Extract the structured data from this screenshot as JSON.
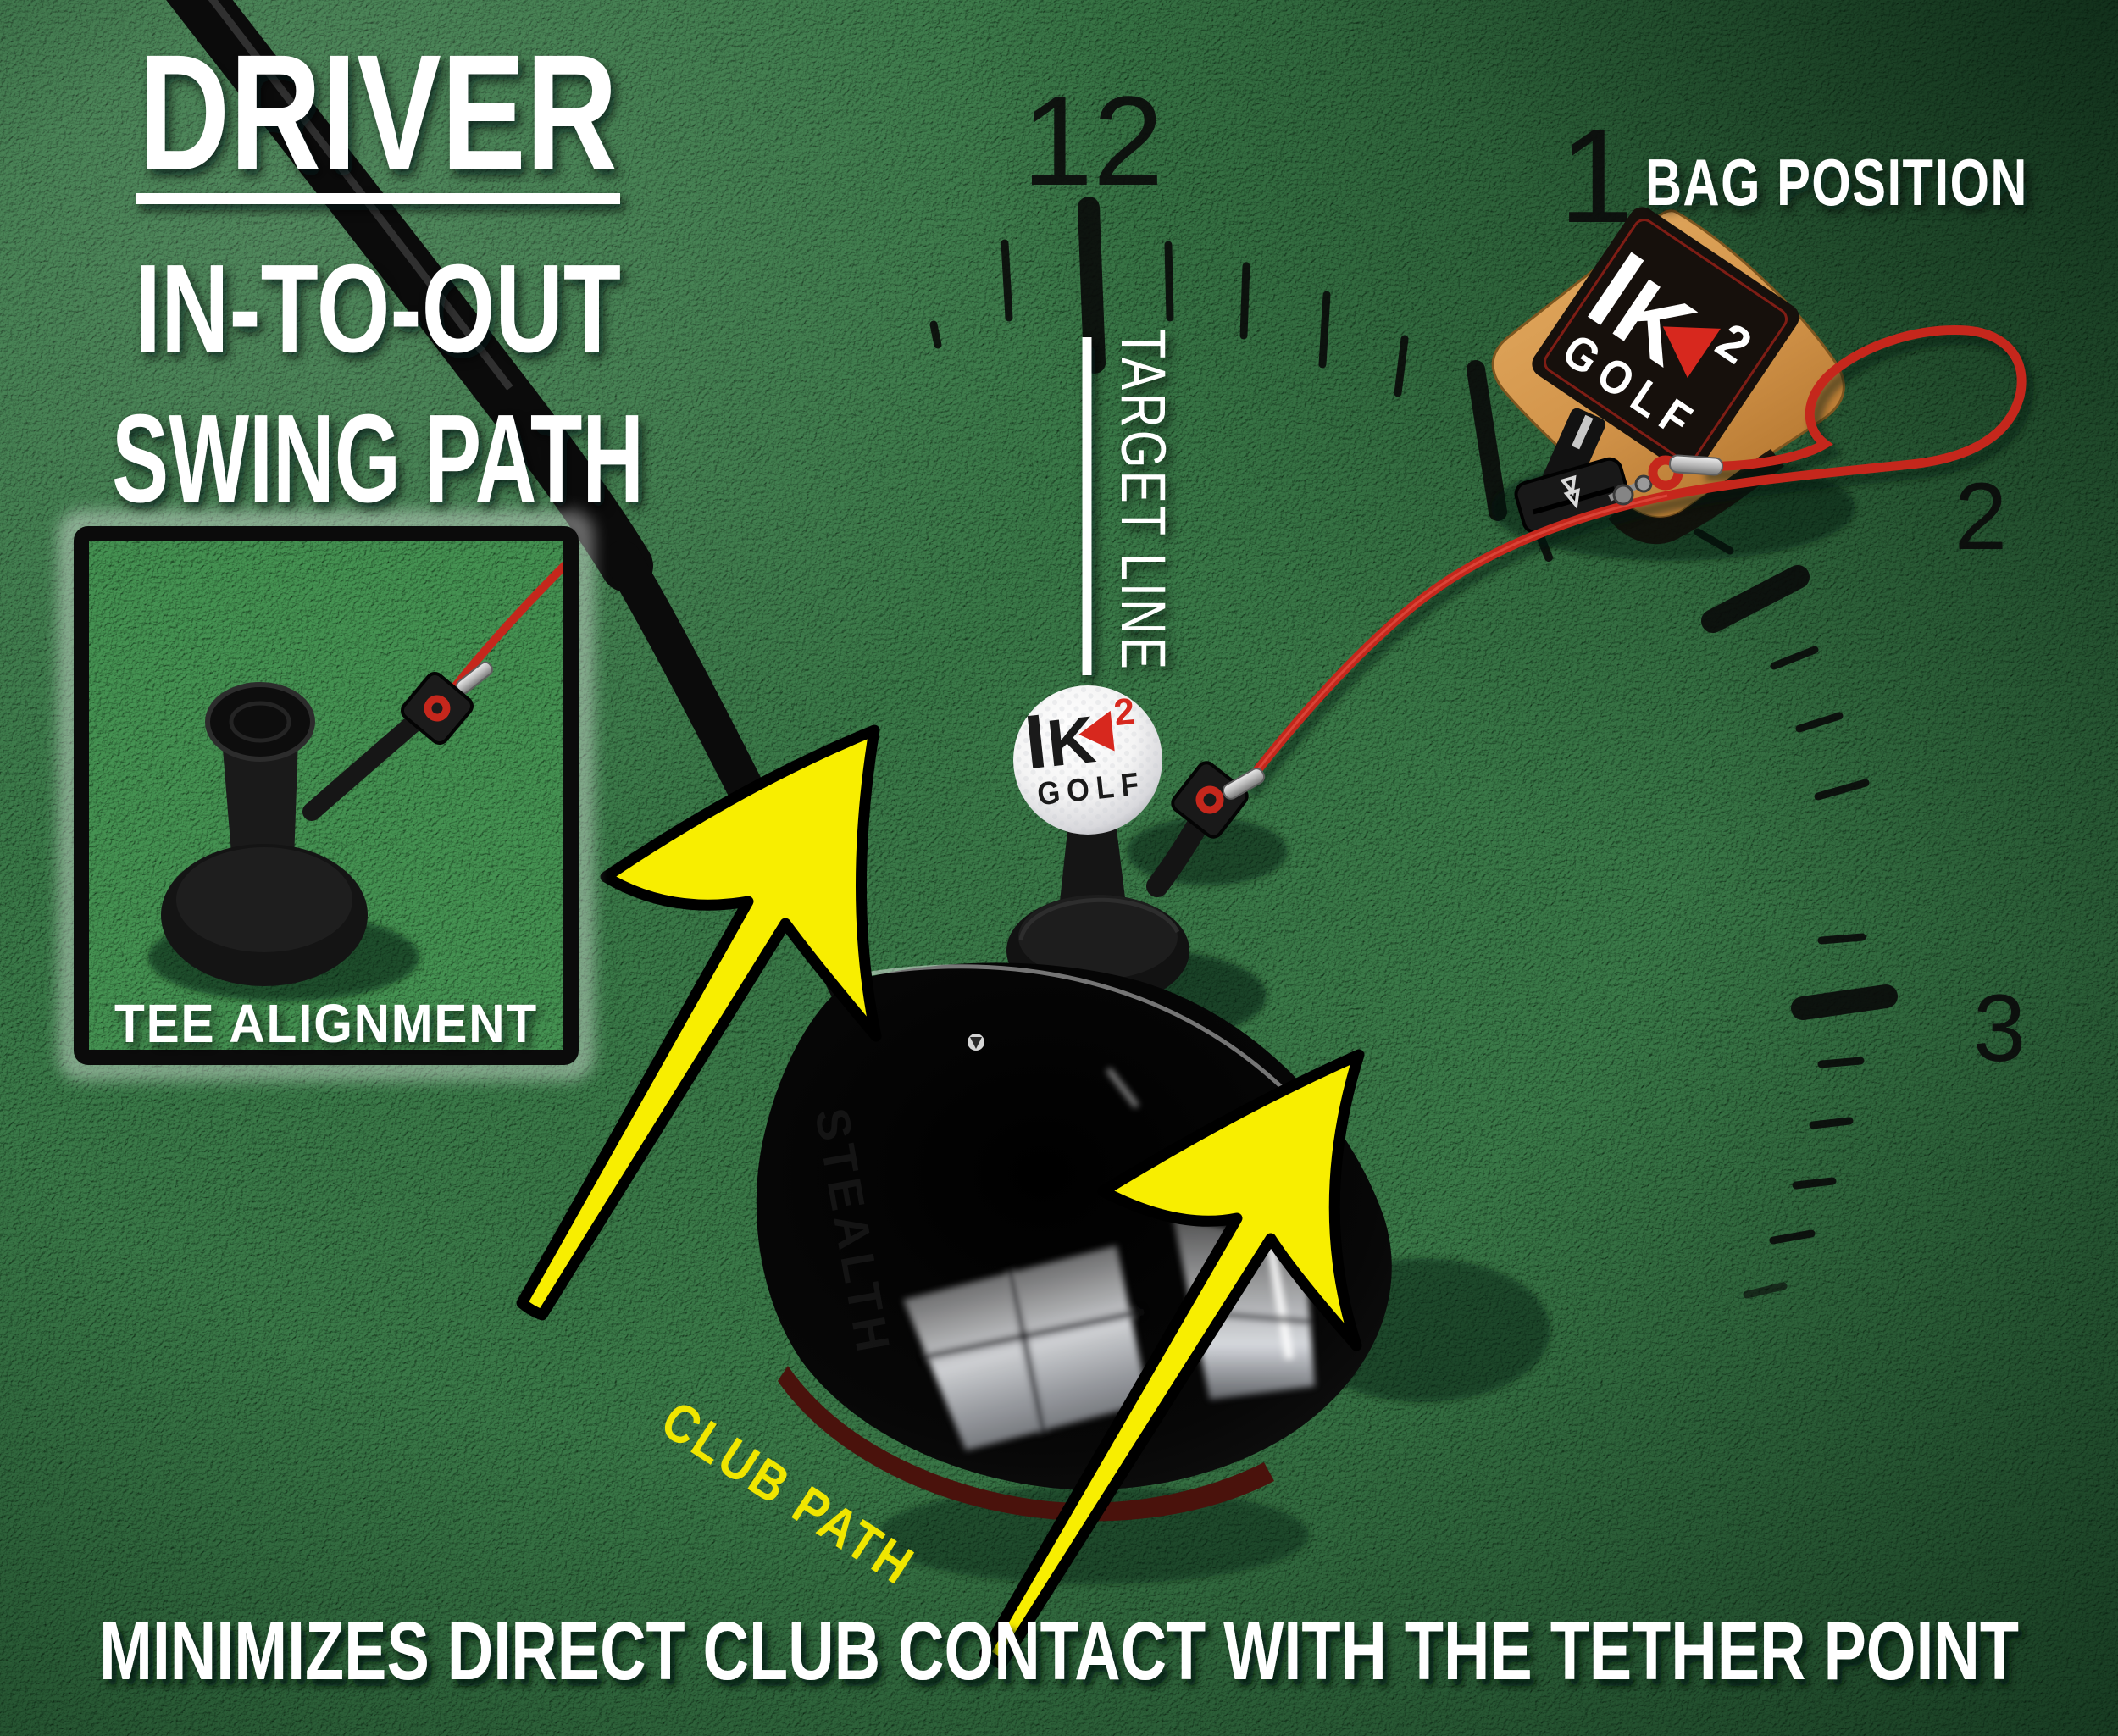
{
  "title": {
    "line1": "DRIVER",
    "line2": "IN-TO-OUT",
    "line3": "SWING PATH"
  },
  "clock": {
    "n12": "12",
    "n1": "1",
    "n2": "2",
    "n3": "3"
  },
  "labels": {
    "target_line": "TARGET LINE",
    "bag_position": "BAG POSITION",
    "tee_alignment": "TEE ALIGNMENT",
    "club_path": "CLUB PATH",
    "caption": "MINIMIZES DIRECT CLUB CONTACT WITH THE TETHER POINT"
  },
  "brand": {
    "k": "K",
    "two": "2",
    "golf": "GOLF",
    "stealth": "STEALTH"
  },
  "colors": {
    "turf_green": "#3a7a48",
    "inset_green": "#459352",
    "arrow_yellow": "#f8ee00",
    "club_path_yellow": "#f0e600",
    "cord_red": "#c5271c",
    "bag_tan": "#d99c54",
    "patch_black": "#16100c",
    "text_white": "#ffffff",
    "numeral_black": "#0b0b0b"
  }
}
